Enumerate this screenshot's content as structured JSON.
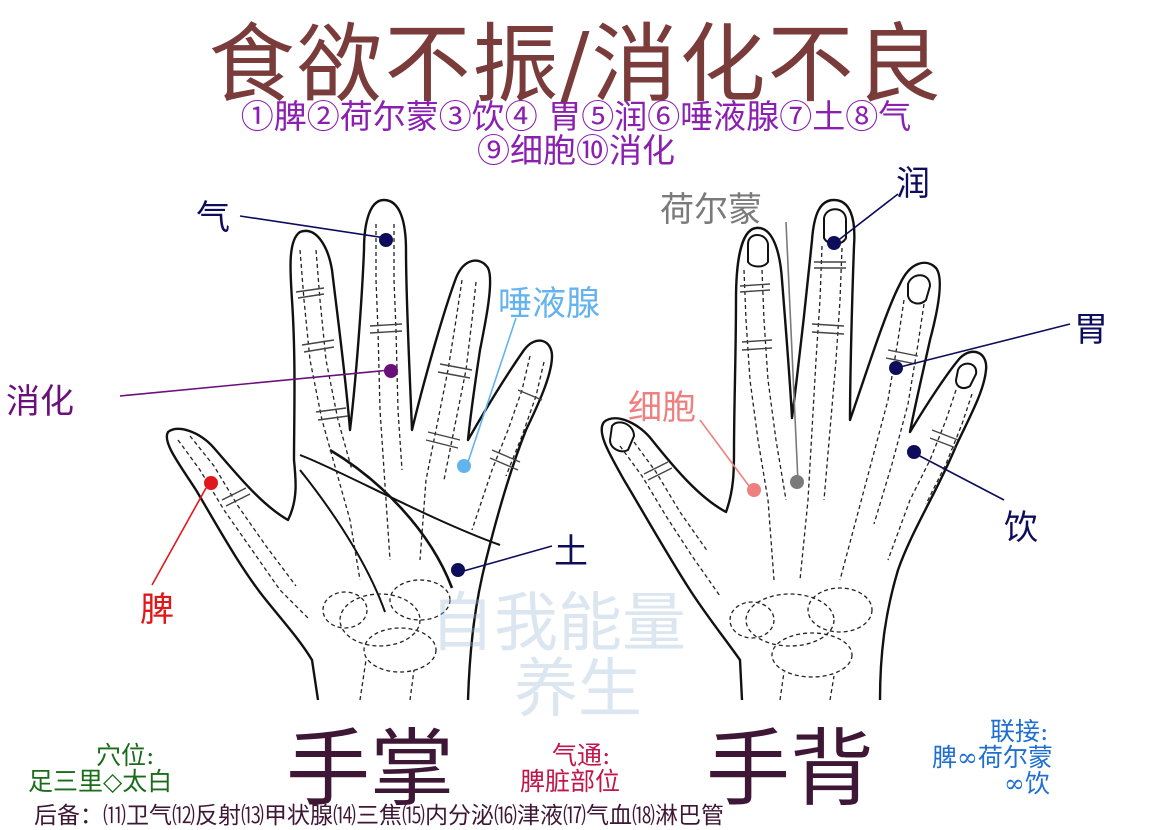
{
  "title": "食欲不振/消化不良",
  "legend": {
    "line1": "①脾②荷尔蒙③饮④ 胃⑤润⑥唾液腺⑦土⑧气",
    "line2": "⑨细胞⑩消化"
  },
  "points": {
    "qi": "气",
    "tuoyexian": "唾液腺",
    "xiaohua": "消化",
    "pi": "脾",
    "tu": "土",
    "heermeng": "荷尔蒙",
    "run": "润",
    "wei": "胃",
    "xibao": "细胞",
    "yin": "饮"
  },
  "palm_label": "手掌",
  "back_label": "手背",
  "acupoints": {
    "label": "穴位:",
    "value": "足三里◇太白"
  },
  "qitong": {
    "label": "气通:",
    "value": "脾脏部位"
  },
  "link": {
    "label": "联接:",
    "line1": "脾∞荷尔蒙",
    "line2": "∞饮"
  },
  "backup": "后备：⑾卫气⑿反射⒀甲状腺⒁三焦⒂内分泌⒃津液⒄气血⒅淋巴管",
  "watermark": {
    "line1": "自我能量",
    "line2": "养生"
  },
  "colors": {
    "title": "#7a3b3b",
    "legend": "#8a1fb0",
    "navy": "#0d0d5c",
    "light_blue": "#63b3ef",
    "purple": "#6b0f7a",
    "red": "#e0181b",
    "gray": "#7a7a7a",
    "pink": "#ee8080",
    "green": "#1a6b1a",
    "blue": "#1f6fd0"
  }
}
